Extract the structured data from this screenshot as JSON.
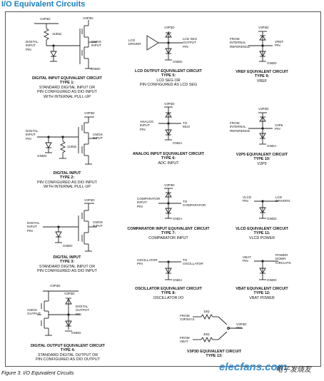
{
  "page_title": "I/O Equivalent Circuits",
  "figure_caption": "Figure 3. I/O Equivalent Circuits",
  "watermark": {
    "brand": "elecfans.com",
    "cn": "电子发烧友"
  },
  "circuits": [
    {
      "id": "type1",
      "heading": "DIGITAL INPUT EQUIVALENT CIRCUIT",
      "type": "TYPE 1:",
      "lines": [
        "STANDARD DIGITAL INPUT OR",
        "PIN CONFIGURED AS DIO INPUT",
        "WITH INTERNAL PULL-UP"
      ]
    },
    {
      "id": "type2",
      "heading": "DIGITAL INPUT",
      "type": "TYPE 2:",
      "lines": [
        "PIN CONFIGURED AS DIO INPUT",
        "WITH INTERNAL PULL-UP"
      ]
    },
    {
      "id": "type3",
      "heading": "DIGITAL INPUT",
      "type": "TYPE 3:",
      "lines": [
        "STANDARD DIGITAL INPUT OR",
        "PIN CONFIGURED AS DIO INPUT"
      ]
    },
    {
      "id": "type4",
      "heading": "DIGITAL OUTPUT EQUIVALENT CIRCUIT",
      "type": "TYPE 4:",
      "lines": [
        "STANDARD DIGITAL OUTPUT OR",
        "PIN CONFIGURED AS DIO OUTPUT"
      ]
    },
    {
      "id": "type5",
      "heading": "LCD OUTPUT EQUIVALENT CIRCUIT",
      "type": "TYPE 5:",
      "lines": [
        "LCD SEG OR",
        "PIN CONFIGURED AS LCD SEG"
      ]
    },
    {
      "id": "type6",
      "heading": "ANALOG INPUT EQUIVALENT CIRCUIT",
      "type": "TYPE 6:",
      "lines": [
        "ADC INPUT"
      ]
    },
    {
      "id": "type7",
      "heading": "COMPARATOR INPUT EQUIVALENT CIRCUIT",
      "type": "TYPE 7:",
      "lines": [
        "COMPARATOR INPUT"
      ]
    },
    {
      "id": "type8",
      "heading": "OSCILLATOR EQUIVALENT CIRCUIT",
      "type": "TYPE 8:",
      "lines": [
        "OSCILLATOR I/O"
      ]
    },
    {
      "id": "type9",
      "heading": "VREF EQUIVALENT CIRCUIT",
      "type": "TYPE 9:",
      "lines": [
        "VREF"
      ]
    },
    {
      "id": "type10",
      "heading": "V2P5 EQUIVALENT CIRCUIT",
      "type": "TYPE 10:",
      "lines": [
        "V2P5"
      ]
    },
    {
      "id": "type11",
      "heading": "VLCD EQUIVALENT CIRCUIT",
      "type": "TYPE 11:",
      "lines": [
        "VLCD POWER"
      ]
    },
    {
      "id": "type12",
      "heading": "VBAT EQUIVALENT CIRCUIT",
      "type": "TYPE 12:",
      "lines": [
        "VBAT POWER"
      ]
    },
    {
      "id": "type13",
      "heading": "V3P3D EQUIVALENT CIRCUIT",
      "type": "TYPE 13:",
      "lines": []
    }
  ],
  "labels": {
    "v3p3d": "V3P3D",
    "ohm110k": "110kΩ",
    "ohm110": "110kΩ",
    "digital_input_pin": [
      "DIGITAL",
      "INPUT",
      "PIN"
    ],
    "digital_input_pin2": [
      "DIGITAL",
      "INPUT",
      "PIN"
    ],
    "digital_input_pin3": [
      "DIGITAL",
      "INPUT",
      "PIN"
    ],
    "cmos_input": [
      "CMOS",
      "INPUT"
    ],
    "cmos_output": [
      "CMOS",
      "OUTPUT"
    ],
    "digital_output_pin": [
      "DIGITAL",
      "OUTPUT",
      "PIN"
    ],
    "gndd": "GNDD",
    "gnda": "GNDA",
    "lcd_driver": [
      "LCD",
      "DRIVER"
    ],
    "lcd_seg_output_pin": [
      "LCD SEG",
      "OUTPUT",
      "PIN"
    ],
    "analog_input_pin": [
      "ANALOG",
      "INPUT",
      "PIN"
    ],
    "to_mux": [
      "TO",
      "MUX"
    ],
    "comparator_input_pin": [
      "COMPARATOR",
      "INPUT",
      "PIN"
    ],
    "to_comparator": [
      "TO",
      "COMPARATOR"
    ],
    "oscillator_pin": [
      "OSCILLATOR",
      "PIN"
    ],
    "to_oscillator": [
      "TO",
      "OSCILLATOR"
    ],
    "from_internal_ref": [
      "FROM",
      "INTERNAL",
      "REFERENCE"
    ],
    "vref_pin": [
      "VREF",
      "PIN"
    ],
    "v2p5_pin": [
      "V2P5",
      "PIN"
    ],
    "vlcd_pin": [
      "VLCD",
      "PIN"
    ],
    "lcd_drivers": [
      "LCD",
      "DRIVERS"
    ],
    "vbat_pin": [
      "VBAT",
      "PIN"
    ],
    "power_down": [
      "POWER",
      "DOWN",
      "CIRCUITS"
    ],
    "from_v3p3sys": [
      "FROM",
      "V3P3SYS"
    ],
    "from_vbat": [
      "FROM",
      "VBAT"
    ],
    "r10": "10Ω",
    "r40": "40Ω",
    "v3p3d_pin": [
      "V3P3D",
      "PIN"
    ]
  }
}
